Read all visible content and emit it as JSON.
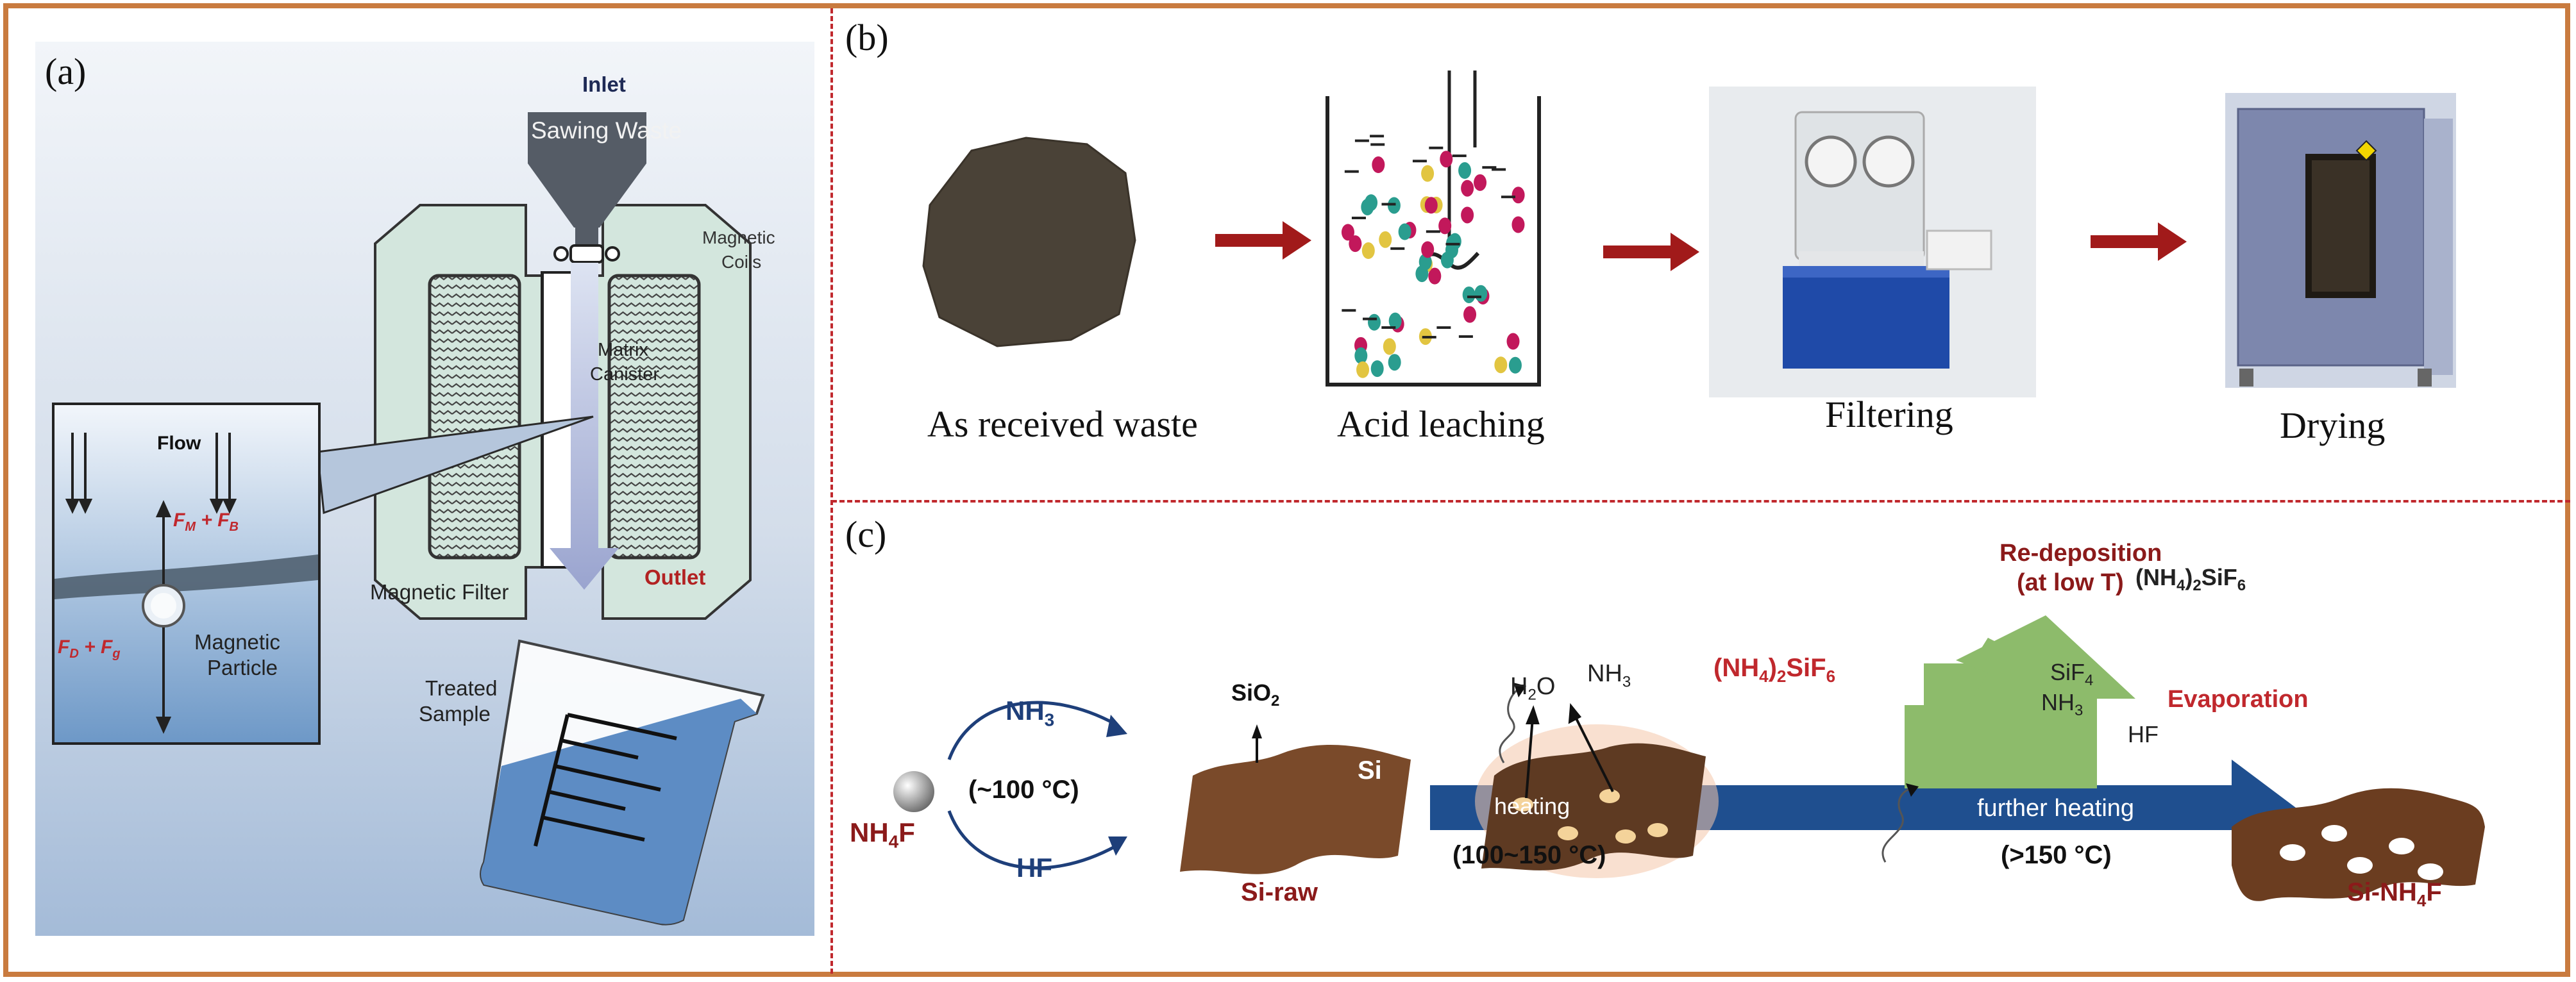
{
  "panels": {
    "a": {
      "label": "(a)",
      "inlet": "Inlet",
      "hopper": "Sawing Waste",
      "coils": [
        "Magnetic",
        "Coils"
      ],
      "matrix": [
        "Matrix",
        "Canister"
      ],
      "filter": "Magnetic Filter",
      "outlet": "Outlet",
      "treated": [
        "Treated",
        "Sample"
      ],
      "flow": "Flow",
      "fm_fb": "F",
      "fm_sub": "M",
      "fb_sub": "B",
      "fd_sub": "D",
      "fg_sub": "g",
      "plus": " + ",
      "particle": [
        "Magnetic",
        "Particle"
      ]
    },
    "b": {
      "label": "(b)",
      "steps": [
        "As received waste",
        "Acid leaching",
        "Filtering",
        "Drying"
      ]
    },
    "c": {
      "label": "(c)",
      "nh4f": "NH",
      "nh4f_sub": "4",
      "nh4f_end": "F",
      "nh3": "NH",
      "nh3_sub": "3",
      "hf": "HF",
      "temp1": "(~100 °C)",
      "sio2": "SiO",
      "sio2_sub": "2",
      "si": "Si",
      "si_raw": "Si-raw",
      "h2o": "H",
      "h2o_sub": "2",
      "h2o_end": "O",
      "nh3b": "NH",
      "nh3b_sub": "3",
      "heating": "heating",
      "temp2": "(100~150 °C)",
      "salt": "(NH",
      "salt_sub": "4",
      "salt_mid": ")",
      "salt_sub2": "2",
      "salt_end": "SiF",
      "salt_sub3": "6",
      "redep1": "Re-deposition",
      "redep2": "(at low T)",
      "sif4": "SiF",
      "sif4_sub": "4",
      "nh3c": "NH",
      "nh3c_sub": "3",
      "hf2": "HF",
      "evaporation": "Evaporation",
      "further": "further heating",
      "temp3": "(>150 °C)",
      "si_nh4f": "Si-NH",
      "si_nh4f_sub": "4",
      "si_nh4f_end": "F"
    }
  },
  "colors": {
    "border": "#c97b3f",
    "dash": "#c0282d",
    "arrow_red": "#a11a1a",
    "dark_red": "#8b1a1a",
    "navy": "#1e3f7a",
    "blue_arrow": "#1f4f8f",
    "brown": "#7a4a2a",
    "green": "#8dbb6b"
  }
}
